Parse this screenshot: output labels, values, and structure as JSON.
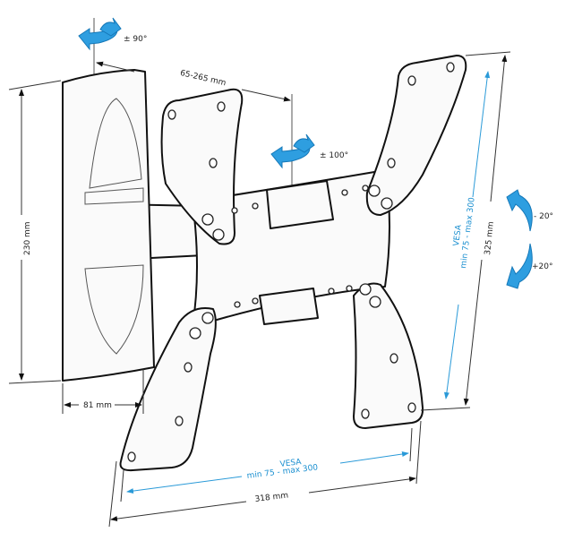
{
  "labels": {
    "swivel_wall": "± 90°",
    "arm_extension": "65-265 mm",
    "rotation": "± 100°",
    "wall_plate_height": "230 mm",
    "wall_plate_width": "81 mm",
    "vesa_vertical_title": "VESA",
    "vesa_vertical_range": "min 75 - max 300",
    "bracket_height": "325 mm",
    "tilt_up": "- 20°",
    "tilt_down": "+20°",
    "vesa_horizontal_title": "VESA",
    "vesa_horizontal_range": "min 75 - max 300",
    "bracket_width": "318 mm"
  },
  "colors": {
    "accent": "#2e9ee0",
    "line": "#111111"
  }
}
